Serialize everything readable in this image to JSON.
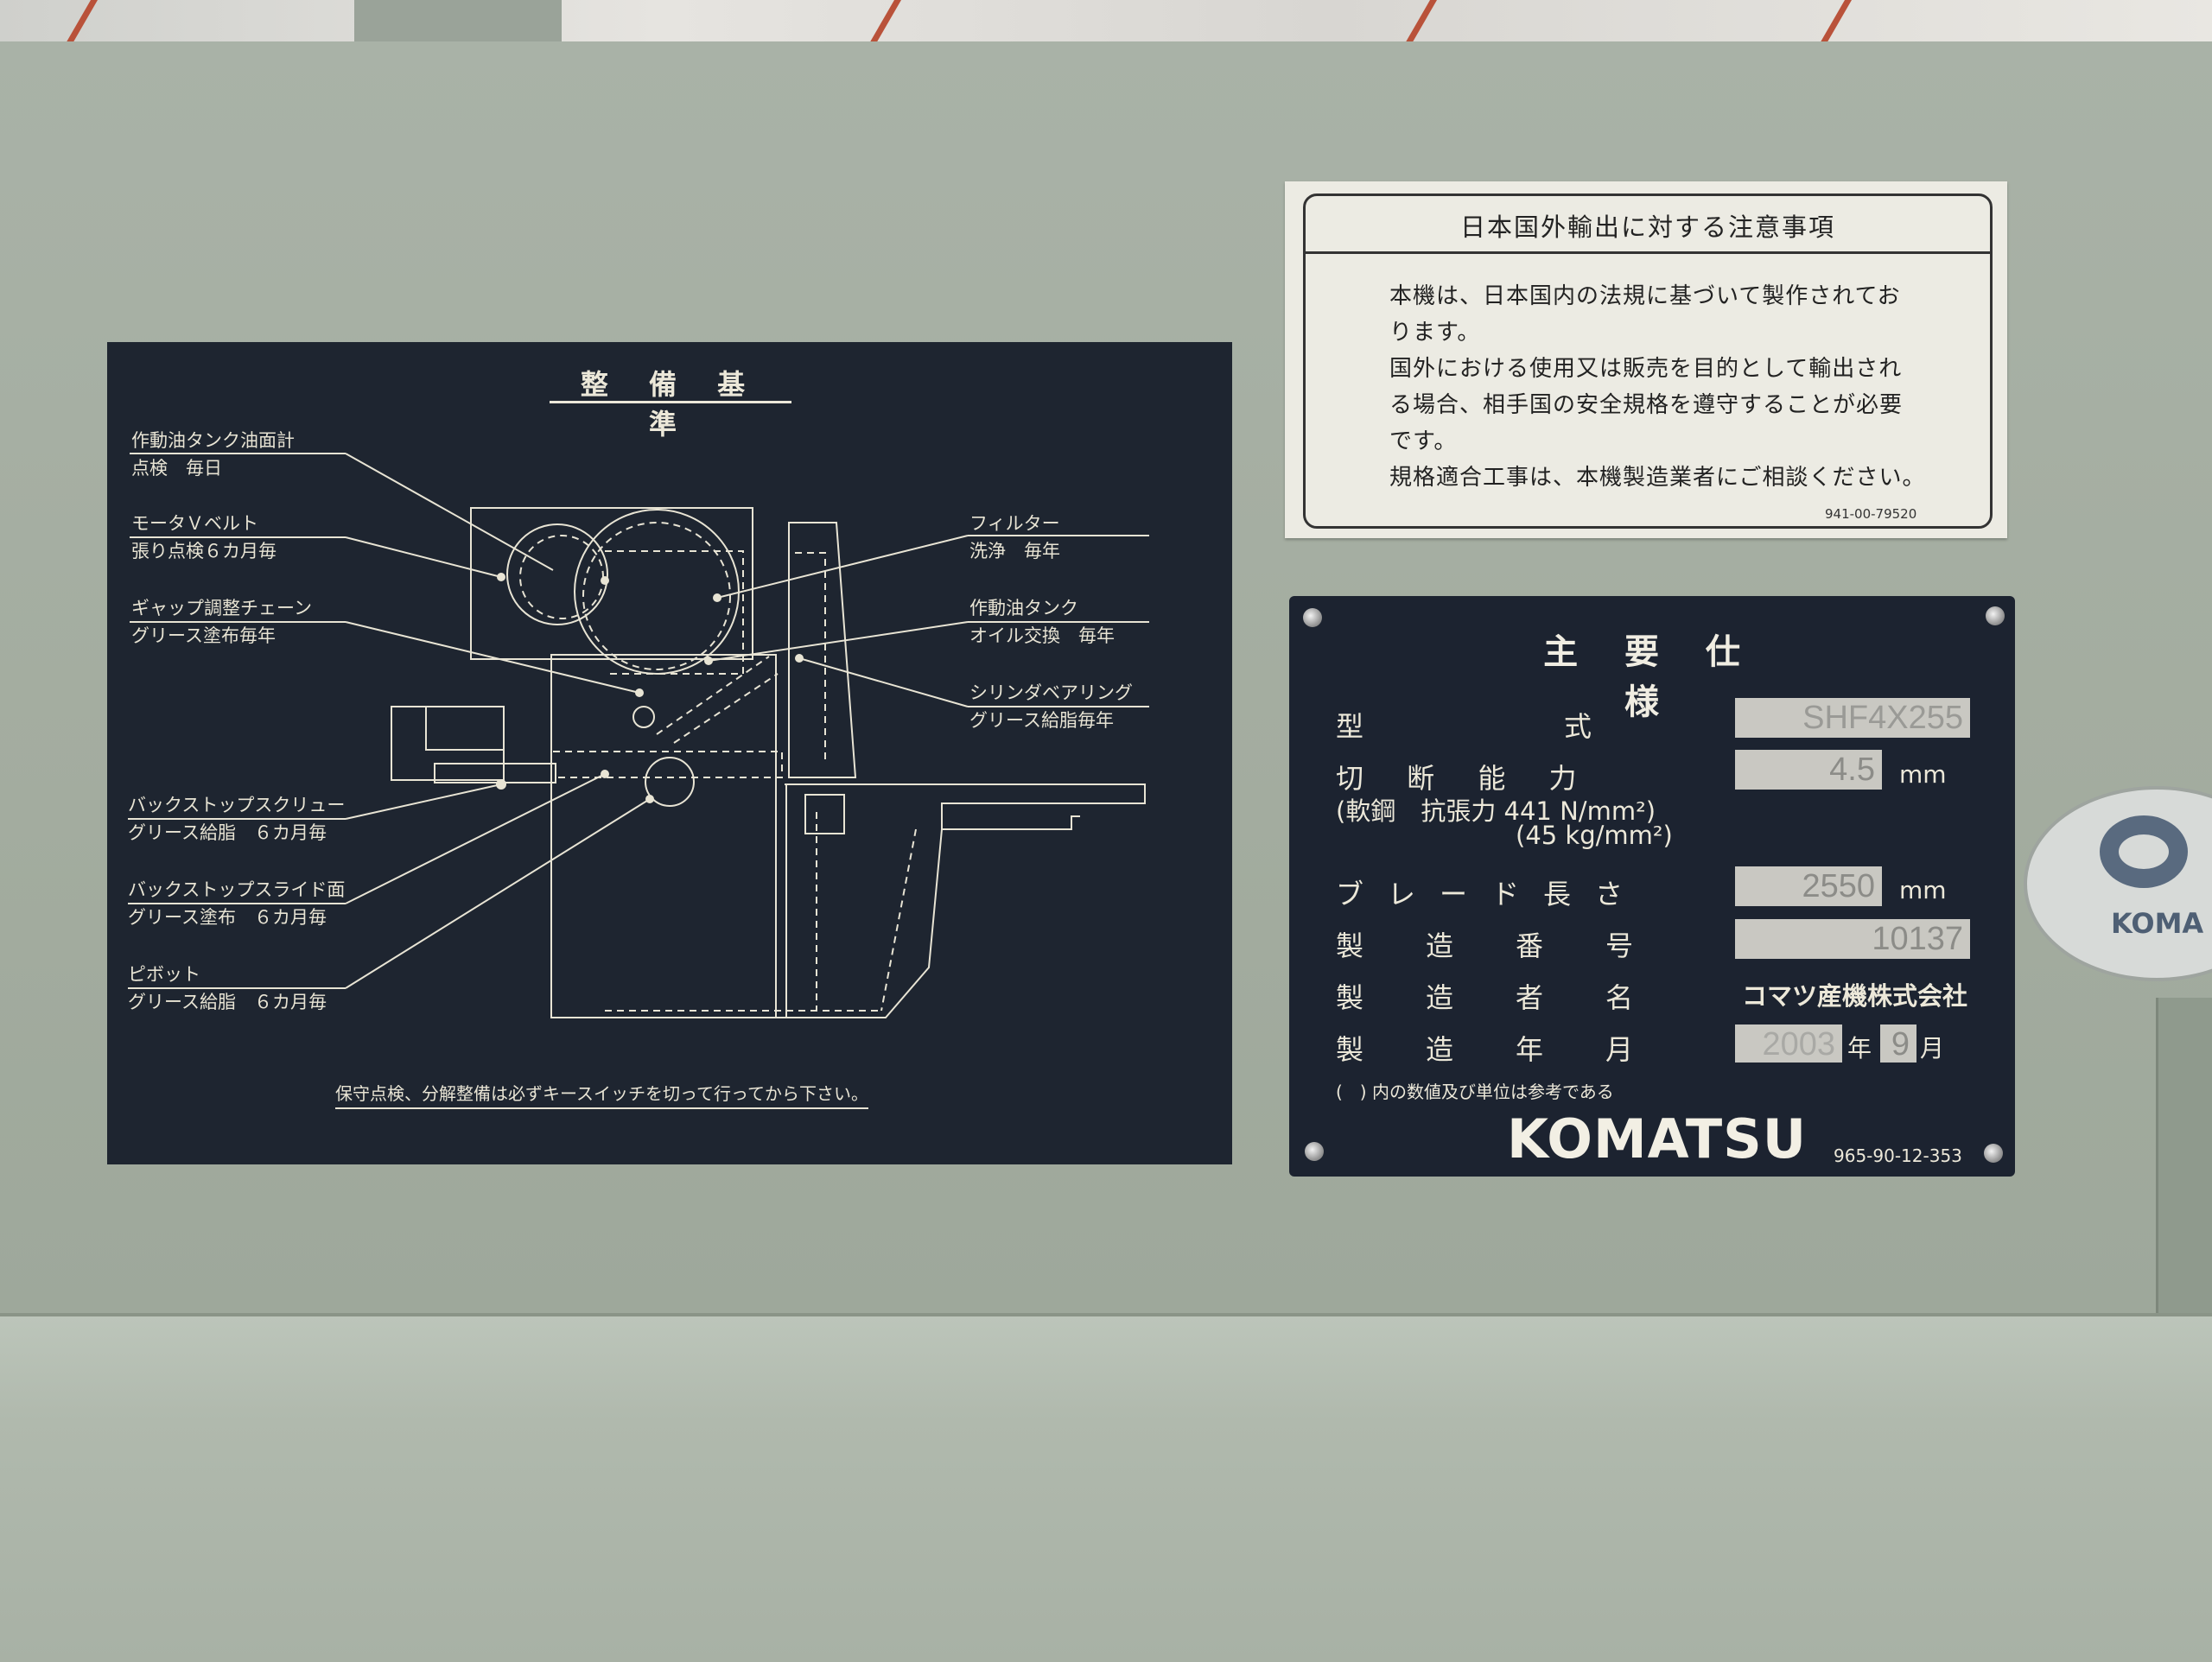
{
  "maintenance_plate": {
    "title": "整 備 基 準",
    "callouts_left": [
      {
        "name": "作動油タンク油面計",
        "task": "点検　毎日"
      },
      {
        "name": "モータＶベルト",
        "task": "張り点検６カ月毎"
      },
      {
        "name": "ギャップ調整チェーン",
        "task": "グリース塗布毎年"
      },
      {
        "name": "バックストップスクリュー",
        "task": "グリース給脂　６カ月毎"
      },
      {
        "name": "バックストップスライド面",
        "task": "グリース塗布　６カ月毎"
      },
      {
        "name": "ピボット",
        "task": "グリース給脂　６カ月毎"
      }
    ],
    "callouts_right": [
      {
        "name": "フィルター",
        "task": "洗浄　毎年"
      },
      {
        "name": "作動油タンク",
        "task": "オイル交換　毎年"
      },
      {
        "name": "シリンダベアリング",
        "task": "グリース給脂毎年"
      }
    ],
    "note": "保守点検、分解整備は必ずキースイッチを切って行ってから下さい。"
  },
  "export_notice": {
    "title": "日本国外輸出に対する注意事項",
    "lines": [
      "本機は、日本国内の法規に基づいて製作されてお",
      "ります。",
      "国外における使用又は販売を目的として輸出され",
      "る場合、相手国の安全規格を遵守することが必要",
      "です。",
      "規格適合工事は、本機製造業者にご相談ください。"
    ],
    "code": "941-00-79520"
  },
  "spec_plate": {
    "title": "主 要 仕 様",
    "model_label": "型　　　式",
    "model_value": "SHF4X255",
    "capacity_label": "切 断 能 力",
    "capacity_value": "4.5",
    "capacity_unit": "mm",
    "capacity_note_1": "(軟鋼　抗張力 441 N/mm²)",
    "capacity_note_2": "(45  kg/mm²)",
    "blade_label": "ブレード長さ",
    "blade_value": "2550",
    "blade_unit": "mm",
    "serial_label": "製造番号",
    "serial_value": "10137",
    "maker_label": "製造者名",
    "maker_value": "コマツ産機株式会社",
    "date_label": "製造年月",
    "year_value": "2003",
    "year_unit": "年",
    "month_value": "9",
    "month_unit": "月",
    "note": "(　) 内の数値及び単位は参考である",
    "brand": "KOMATSU",
    "code": "965-90-12-353"
  },
  "badge": {
    "text": "KOMA"
  },
  "colors": {
    "panel": "#a8b1a6",
    "plate": "#1e2530",
    "plate_text": "#e8e4d4",
    "notice_bg": "#ecebe3",
    "value_box": "#c9c8c2"
  }
}
